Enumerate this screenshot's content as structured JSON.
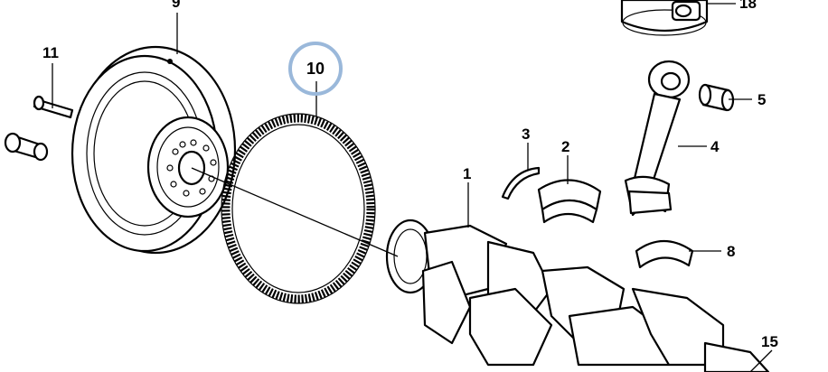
{
  "callouts": {
    "c1": "1",
    "c2": "2",
    "c3": "3",
    "c4": "4",
    "c5": "5",
    "c8": "8",
    "c9": "9",
    "c10": "10",
    "c11": "11",
    "c15": "15",
    "c18": "18"
  },
  "highlight": {
    "callout": "10",
    "ring_color": "#9ab8da"
  }
}
